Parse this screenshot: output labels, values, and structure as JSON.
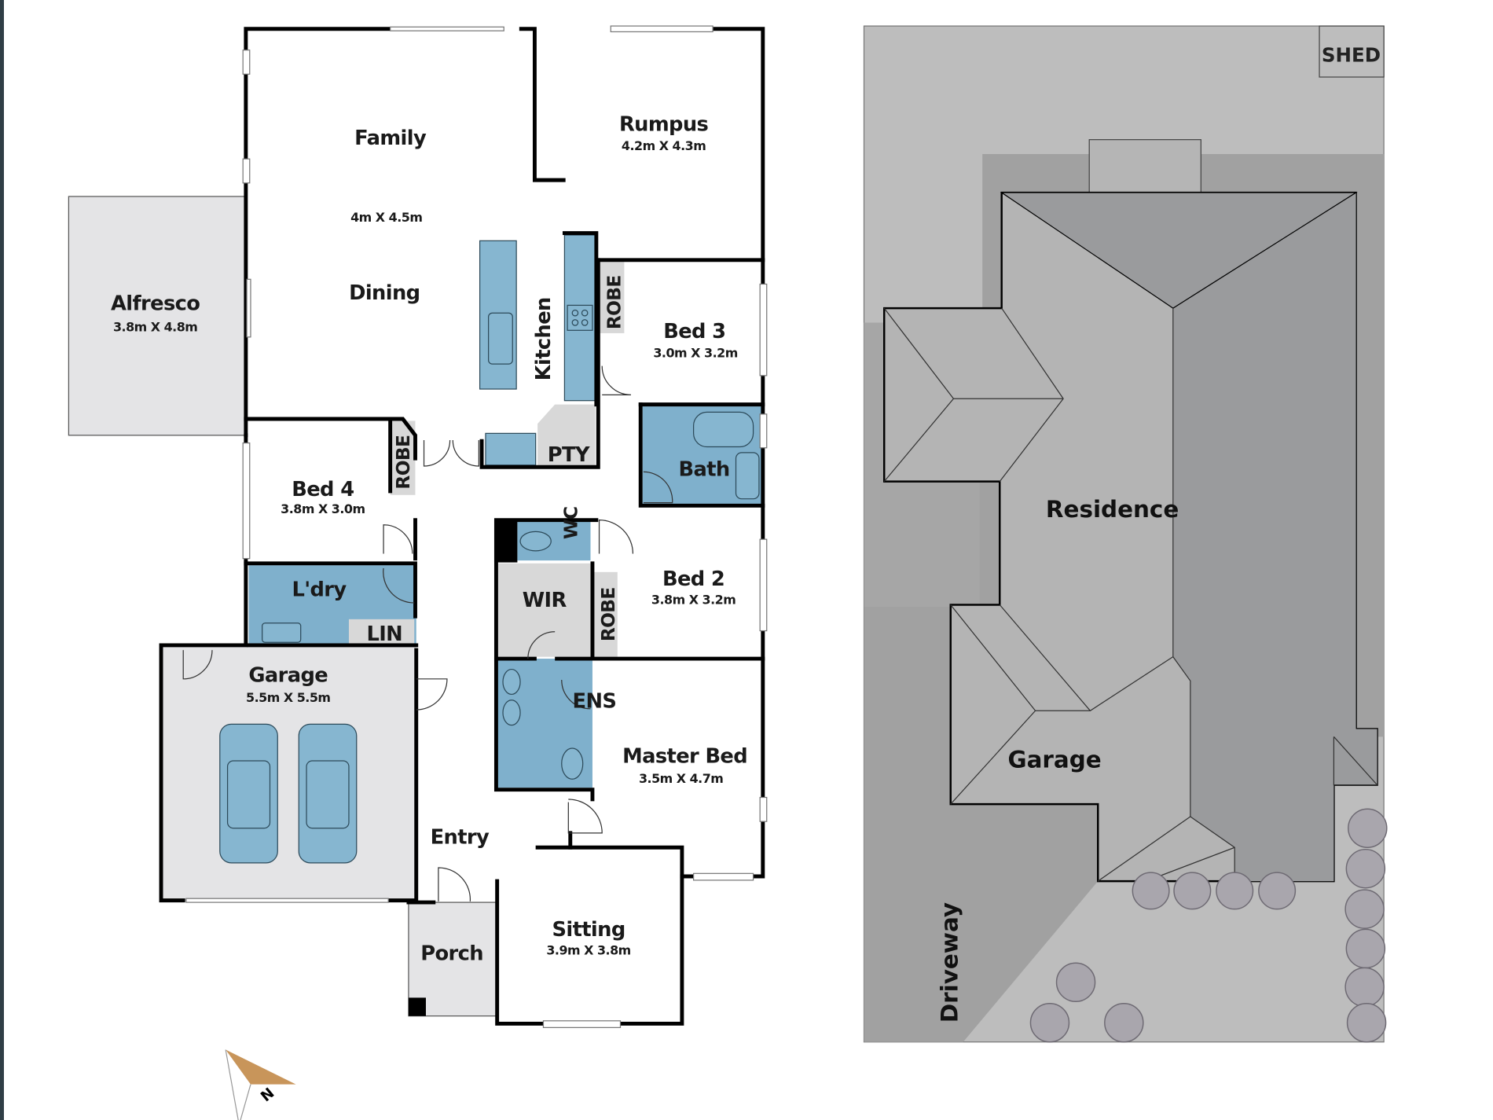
{
  "floor_plan": {
    "rooms": {
      "family": {
        "label": "Family"
      },
      "family_dims": {
        "dims": "4m X 4.5m"
      },
      "dining": {
        "label": "Dining"
      },
      "rumpus": {
        "label": "Rumpus",
        "dims": "4.2m X 4.3m"
      },
      "alfresco": {
        "label": "Alfresco",
        "dims": "3.8m X 4.8m"
      },
      "kitchen": {
        "label": "Kitchen"
      },
      "bed3": {
        "label": "Bed 3",
        "dims": "3.0m X 3.2m"
      },
      "bed4": {
        "label": "Bed 4",
        "dims": "3.8m X 3.0m"
      },
      "bed2": {
        "label": "Bed 2",
        "dims": "3.8m X 3.2m"
      },
      "robe1": {
        "label": "ROBE"
      },
      "robe2": {
        "label": "ROBE"
      },
      "robe3": {
        "label": "ROBE"
      },
      "pty": {
        "label": "PTY"
      },
      "bath": {
        "label": "Bath"
      },
      "wc": {
        "label": "WC"
      },
      "wir": {
        "label": "WIR"
      },
      "ldry": {
        "label": "L'dry"
      },
      "lin": {
        "label": "LIN"
      },
      "garage": {
        "label": "Garage",
        "dims": "5.5m X 5.5m"
      },
      "ens": {
        "label": "ENS"
      },
      "master": {
        "label": "Master Bed",
        "dims": "3.5m X 4.7m"
      },
      "entry": {
        "label": "Entry"
      },
      "porch": {
        "label": "Porch"
      },
      "sitting": {
        "label": "Sitting",
        "dims": "3.9m X 3.8m"
      }
    },
    "compass": {
      "label": "N"
    }
  },
  "site_plan": {
    "shed": "SHED",
    "residence": "Residence",
    "garage": "Garage",
    "driveway": "Driveway"
  },
  "colors": {
    "wet_area": "#7fb0cc",
    "store": "#d8d8d8",
    "compass": "#c8955a"
  }
}
